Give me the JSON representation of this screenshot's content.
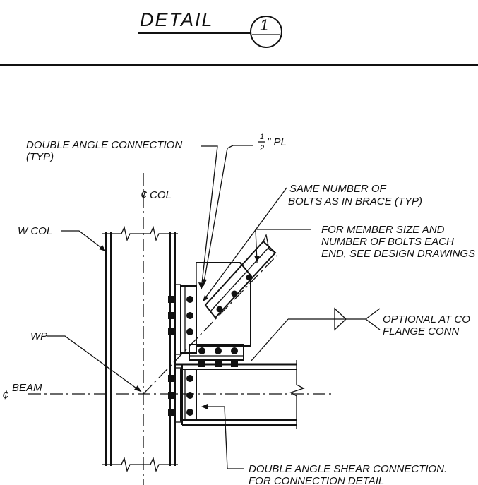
{
  "title": {
    "text": "DETAIL",
    "number": "1"
  },
  "labels": {
    "double_angle": [
      "DOUBLE ANGLE CONNECTION",
      "(TYP)"
    ],
    "plate_fraction_top": "1",
    "plate_fraction_bottom": "2",
    "plate_suffix": "\" PL",
    "col_centerline": "COL",
    "same_bolts": [
      "SAME NUMBER OF",
      "BOLTS AS IN BRACE (TYP)"
    ],
    "w_col": "W COL",
    "member_size": [
      "FOR MEMBER SIZE AND",
      "NUMBER OF BOLTS EACH",
      "END, SEE DESIGN DRAWINGS"
    ],
    "optional": [
      "OPTIONAL AT CO",
      "FLANGE CONN"
    ],
    "wp": "WP",
    "beam_centerline": "BEAM",
    "shear_connection": [
      "DOUBLE ANGLE SHEAR CONNECTION.",
      "FOR CONNECTION DETAIL"
    ],
    "centerline_symbol": "¢"
  }
}
